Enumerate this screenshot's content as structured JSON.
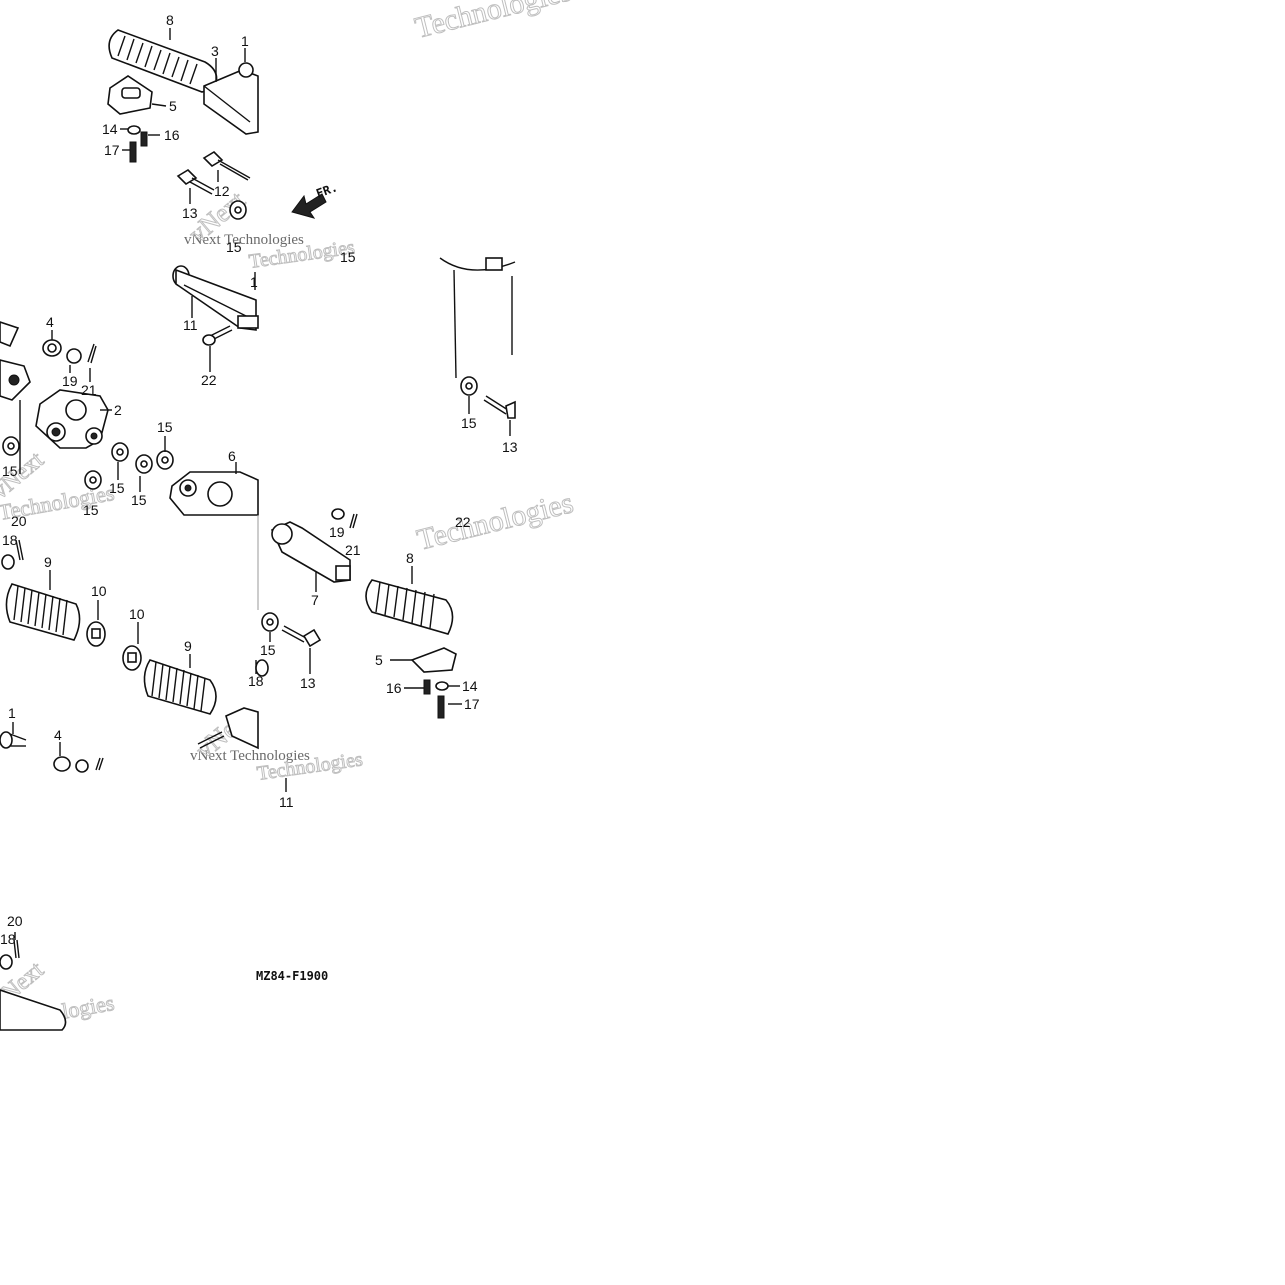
{
  "diagram": {
    "diagram_code": "MZ84-F1900",
    "direction_label": "FR.",
    "watermark_large": "Technologies",
    "watermark_prefix": "vNext",
    "watermark_vnext": "vNext Technologies",
    "callouts": [
      "1",
      "2",
      "3",
      "4",
      "5",
      "6",
      "7",
      "8",
      "9",
      "10",
      "11",
      "12",
      "13",
      "14",
      "15",
      "16",
      "17",
      "18",
      "19",
      "20",
      "21",
      "22"
    ]
  }
}
